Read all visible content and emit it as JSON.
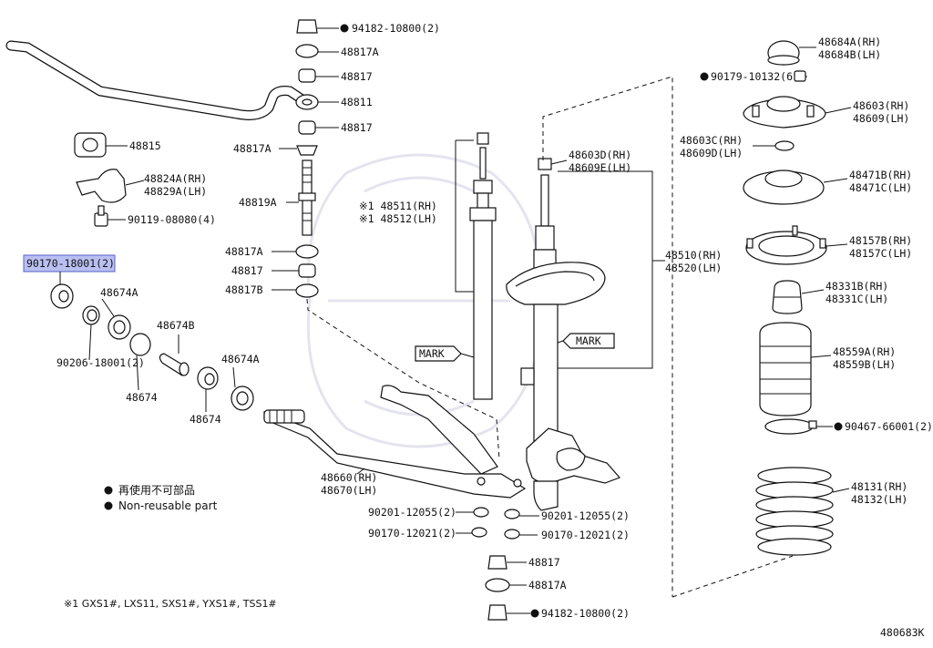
{
  "parts": {
    "nut_top": "94182-10800(2)",
    "cushion_a_top": "48817A",
    "cushion_top": "48817",
    "link_48811": "48811",
    "cushion_mid": "48817",
    "cushion_a_mid": "48817A",
    "stabilizer_link_bolt": "48819A",
    "cushion_a_low": "48817A",
    "cushion_low": "48817",
    "cushion_b_low": "48817B",
    "bushing_48815": "48815",
    "bracket_rh": "48824A(RH)",
    "bracket_lh": "48829A(LH)",
    "bolt_90119": "90119-08080(4)",
    "collar_90170": "90170-18001(2)",
    "bush_48674a_1": "48674A",
    "ring_90206": "90206-18001(2)",
    "bush_48674b": "48674B",
    "bush_48674_1": "48674",
    "bush_48674a_2": "48674A",
    "bush_48674_2": "48674",
    "strut_cartridge_rh": "48511(RH)",
    "strut_cartridge_lh": "48512(LH)",
    "nut_48603d": "48603D(RH)",
    "nut_48609e": "48609E(LH)",
    "strut_rh": "48510(RH)",
    "strut_lh": "48520(LH)",
    "mark_left": "MARK",
    "mark_right": "MARK",
    "lower_arm_rh": "48660(RH)",
    "lower_arm_lh": "48670(LH)",
    "bolt_90201_l": "90201-12055(2)",
    "bolt_90201_r": "90201-12055(2)",
    "nut_90170_l": "90170-12021(2)",
    "nut_90170_r": "90170-12021(2)",
    "cushion_bottom": "48817",
    "cushion_a_bottom": "48817A",
    "nut_bottom": "94182-10800(2)",
    "cap_rh": "48684A(RH)",
    "cap_lh": "48684B(LH)",
    "nut_90179": "90179-10132(6)",
    "support_rh": "48603(RH)",
    "support_lh": "48609(LH)",
    "collar_rh": "48603C(RH)",
    "collar_lh": "48609D(LH)",
    "seat_rh": "48471B(RH)",
    "seat_lh": "48471C(LH)",
    "insulator_rh": "48157B(RH)",
    "insulator_lh": "48157C(LH)",
    "bumper_rh": "48331B(RH)",
    "bumper_lh": "48331C(LH)",
    "boot_rh": "48559A(RH)",
    "boot_lh": "48559B(LH)",
    "clip_90467": "90467-66001(2)",
    "spring_rh": "48131(RH)",
    "spring_lh": "48132(LH)"
  },
  "note_mark": "※1",
  "legend": {
    "jp": "再使用不可部品",
    "en": "Non-reusable part"
  },
  "footnote": "※1 GXS1#, LXS11, SXS1#, YXS1#, TSS1#",
  "diagram_id": "480683K",
  "colors": {
    "highlight_fill": "#b9bff0",
    "highlight_stroke": "#5560c8",
    "ink": "#111111",
    "watermark": "#e4e4ee"
  }
}
